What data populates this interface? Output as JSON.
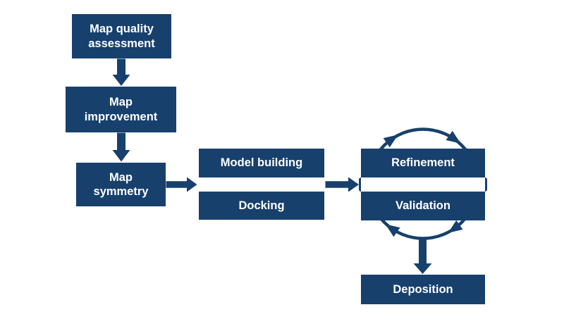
{
  "flowchart": {
    "description": "Workflow diagram with navy process boxes connected by arrows and an iterative refinement-validation cycle",
    "nodes": {
      "map_quality_assessment": "Map quality\nassessment",
      "map_improvement": "Map\nimprovement",
      "map_symmetry": "Map\nsymmetry",
      "model_building": "Model building",
      "docking": "Docking",
      "refinement": "Refinement",
      "validation": "Validation",
      "deposition": "Deposition"
    },
    "flow": [
      "Map quality assessment -> Map improvement",
      "Map improvement -> Map symmetry",
      "Map symmetry -> Model building / Docking",
      "Model building / Docking -> Refinement / Validation",
      "Refinement <-> Validation (clockwise iteration cycle)",
      "Refinement / Validation -> Deposition"
    ]
  },
  "colors": {
    "box_fill": "#17406D",
    "box_text": "#FFFFFF",
    "arrow": "#17406D",
    "background": "#FFFFFF"
  }
}
